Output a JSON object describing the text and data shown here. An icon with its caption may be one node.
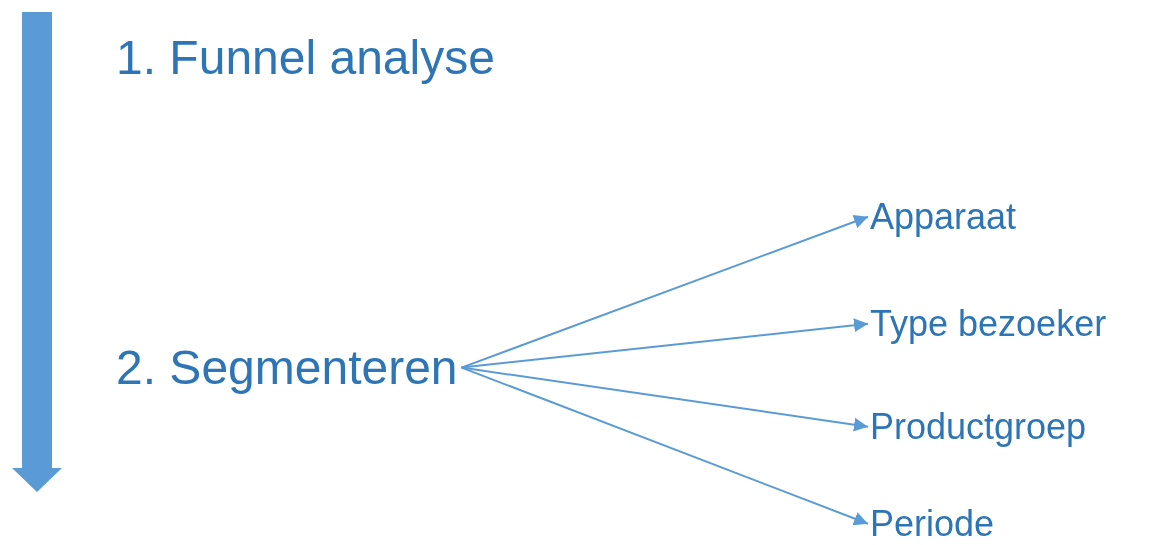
{
  "diagram": {
    "nodes": [
      {
        "text": [
          "2. Segmenteren"
        ]
      },
      {
        "text": [
          "Apparaat"
        ]
      },
      {
        "text": [
          "Type bezoeker"
        ]
      },
      {
        "text": [
          "Productgroep"
        ]
      },
      {
        "text": [
          "Periode"
        ]
      }
    ],
    "edges": [
      {
        "from": 0,
        "to": 1,
        "arrow": "to"
      },
      {
        "from": 0,
        "to": 2,
        "arrow": "to"
      },
      {
        "from": 0,
        "to": 3,
        "arrow": "to"
      },
      {
        "from": 0,
        "to": 4,
        "arrow": "to"
      }
    ],
    "labels": [
      "1. Funnel analyse"
    ]
  }
}
